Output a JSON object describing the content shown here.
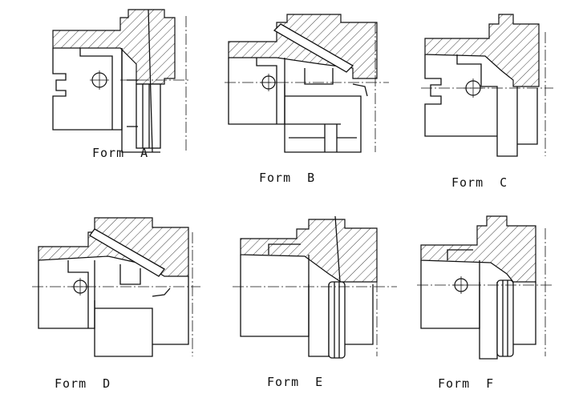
{
  "forms": [
    {
      "id": "a",
      "label": "Form  A"
    },
    {
      "id": "b",
      "label": "Form  B"
    },
    {
      "id": "c",
      "label": "Form  C"
    },
    {
      "id": "d",
      "label": "Form  D"
    },
    {
      "id": "e",
      "label": "Form  E"
    },
    {
      "id": "f",
      "label": "Form  F"
    }
  ]
}
